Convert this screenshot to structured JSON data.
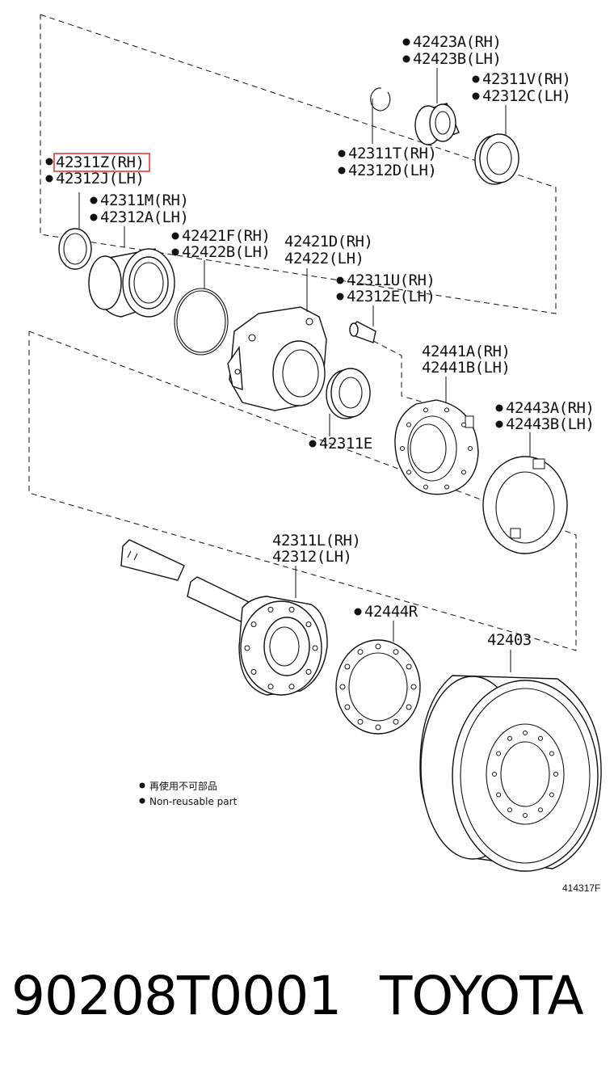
{
  "labels": {
    "p42423A": "42423A(RH)",
    "p42423B": "42423B(LH)",
    "p42311V": "42311V(RH)",
    "p42312C": "42312C(LH)",
    "p42311T": "42311T(RH)",
    "p42312D": "42312D(LH)",
    "p42311Z": "42311Z(RH)",
    "p42312J": "42312J(LH)",
    "p42311M": "42311M(RH)",
    "p42312A": "42312A(LH)",
    "p42421F": "42421F(RH)",
    "p42422B": "42422B(LH)",
    "p42421D": "42421D(RH)",
    "p42422": "42422(LH)",
    "p42311U": "42311U(RH)",
    "p42312E": "42312E(LH)",
    "p42441A": "42441A(RH)",
    "p42441B": "42441B(LH)",
    "p42311E": "42311E",
    "p42443A": "42443A(RH)",
    "p42443B": "42443B(LH)",
    "p42311L": "42311L(RH)",
    "p42312": "42312(LH)",
    "p42444R": "42444R",
    "p42403": "42403"
  },
  "legend": {
    "line_cn": "再使用不可部品",
    "line_en": "Non-reusable part"
  },
  "diagram_code": "414317F",
  "footer": {
    "part_number": "90208T0001",
    "brand": "TOYOTA"
  },
  "colors": {
    "highlight": "#e03030",
    "ink": "#111111"
  },
  "icons": {
    "non_reusable_marker": "filled-circle-bullet"
  }
}
